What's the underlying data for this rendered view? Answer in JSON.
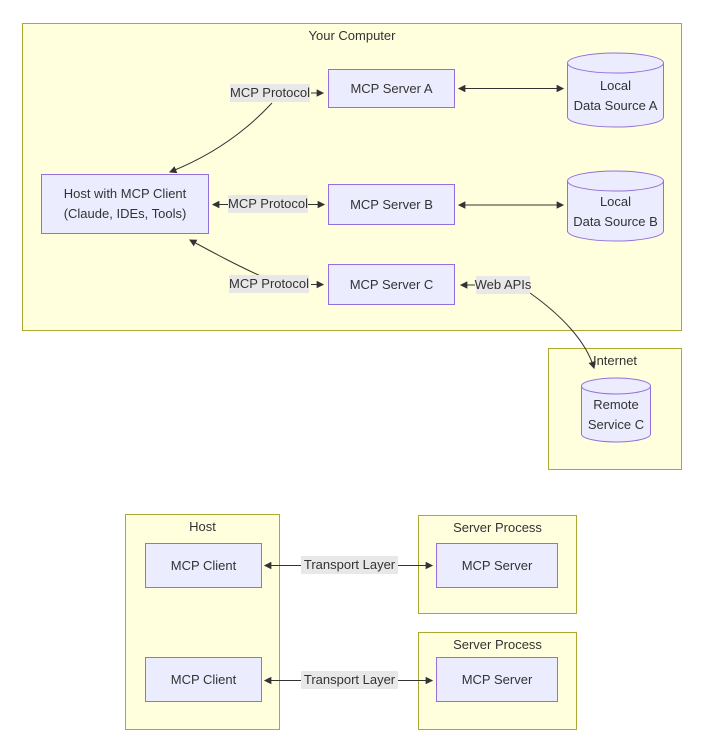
{
  "colors": {
    "subgraph_fill": "#ffffde",
    "subgraph_border": "#aaaa33",
    "node_fill": "#ececff",
    "node_border": "#9370db",
    "edge_label_bg": "#e8e8e8",
    "line": "#333333",
    "text": "#333333"
  },
  "top_diagram": {
    "your_computer_title": "Your Computer",
    "host": {
      "line1": "Host with MCP Client",
      "line2": "(Claude, IDEs, Tools)"
    },
    "server_a": "MCP Server A",
    "server_b": "MCP Server B",
    "server_c": "MCP Server C",
    "data_source_a": {
      "line1": "Local",
      "line2": "Data Source A"
    },
    "data_source_b": {
      "line1": "Local",
      "line2": "Data Source B"
    },
    "protocol_label_a": "MCP Protocol",
    "protocol_label_b": "MCP Protocol",
    "protocol_label_c": "MCP Protocol",
    "web_apis_label": "Web APIs",
    "internet_title": "Internet",
    "remote_service": {
      "line1": "Remote",
      "line2": "Service C"
    }
  },
  "bottom_diagram": {
    "host_title": "Host",
    "client_1": "MCP Client",
    "client_2": "MCP Client",
    "server_process_1_title": "Server Process",
    "server_process_2_title": "Server Process",
    "server_1": "MCP Server",
    "server_2": "MCP Server",
    "transport_label_1": "Transport Layer",
    "transport_label_2": "Transport Layer"
  }
}
